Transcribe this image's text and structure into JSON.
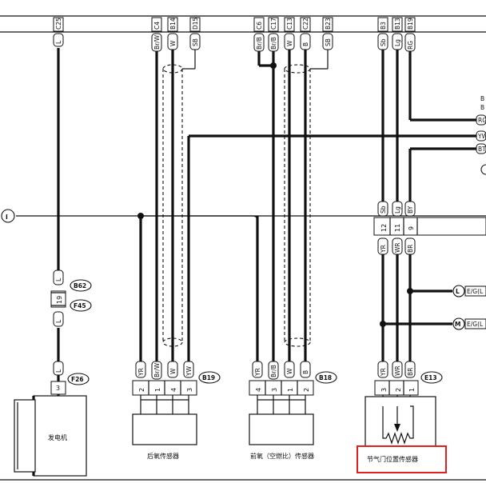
{
  "top_tags": {
    "c25": {
      "pin": "C25",
      "color": "L"
    },
    "c4": {
      "pin": "C4",
      "color": "Br/W"
    },
    "b14": {
      "pin": "B14",
      "color": "W"
    },
    "d15": {
      "pin": "D15",
      "color": "SB"
    },
    "c6": {
      "pin": "C6",
      "color": "Br/B"
    },
    "c17": {
      "pin": "C17",
      "color": "Br/B"
    },
    "c13": {
      "pin": "C13",
      "color": "W"
    },
    "c22": {
      "pin": "C22",
      "color": "B"
    },
    "b23": {
      "pin": "B23",
      "color": "SB"
    },
    "b3": {
      "pin": "B3",
      "color": "Sb"
    },
    "b13": {
      "pin": "B13",
      "color": "Lg"
    },
    "b19": {
      "pin": "B19",
      "color": "RG"
    }
  },
  "right_edge": {
    "text1": "B",
    "text2": "B",
    "rg": "RG",
    "yw": "YW",
    "bt": "BT"
  },
  "left_bubble": "I",
  "alternator": {
    "label": "发电机",
    "pin": "3",
    "connector": "F26",
    "wire_top": "L",
    "wire_bottom": "L",
    "junction": {
      "b62": "B62",
      "f45": "F45",
      "pin": "19",
      "upper": "L",
      "lower": "L"
    }
  },
  "rear_o2": {
    "label": "后氧传感器",
    "connector": "B19",
    "wires": [
      "YR",
      "Br/W",
      "W",
      "YW"
    ],
    "pins": [
      "2",
      "1",
      "4",
      "3"
    ]
  },
  "front_o2": {
    "label": "前氧（空燃比）传感器",
    "connector": "B18",
    "wires": [
      "YR",
      "Br/B",
      "W",
      "B"
    ],
    "pins": [
      "4",
      "3",
      "1",
      "2"
    ]
  },
  "tps": {
    "label": "节气门位置传感器",
    "connector": "E13",
    "wires": [
      "YR",
      "WR",
      "BR"
    ],
    "pins": [
      "3",
      "2",
      "1"
    ]
  },
  "mid_connector": {
    "upper": [
      "Sb",
      "Lg",
      "BY"
    ],
    "pins": [
      "12",
      "11",
      "9"
    ],
    "lower": [
      "YR",
      "WR",
      "BR"
    ]
  },
  "right_bubbles": {
    "l": {
      "letter": "L",
      "text": "E/G(L"
    },
    "m": {
      "letter": "M",
      "text": "E/G(L"
    }
  },
  "highlight_color": "#e02020"
}
